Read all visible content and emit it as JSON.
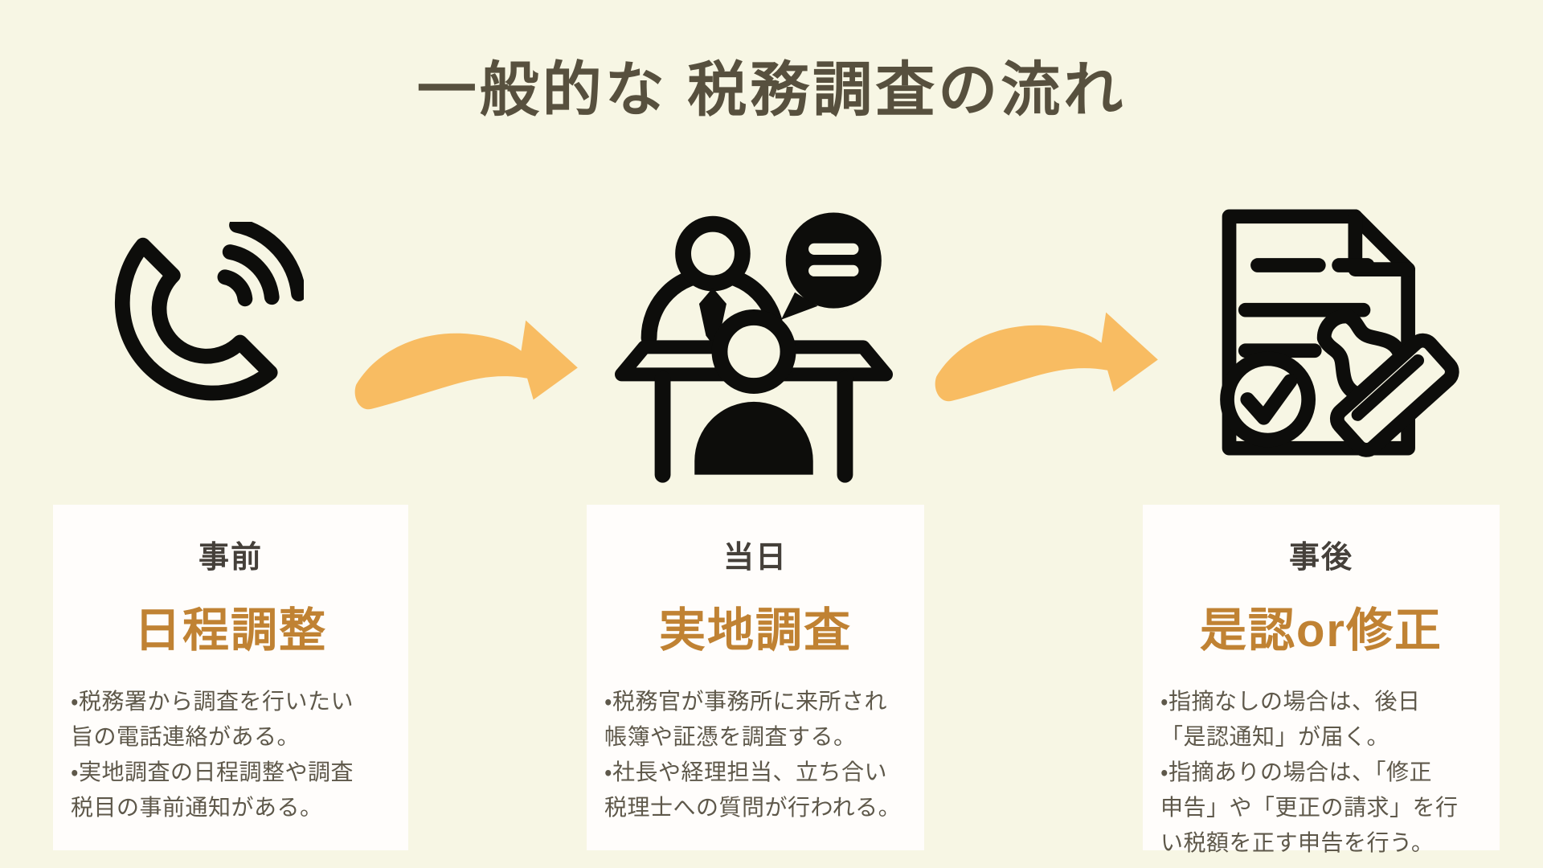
{
  "page": {
    "title": "一般的な 税務調査の流れ"
  },
  "colors": {
    "background": "#f7f6e4",
    "card": "#fffdfb",
    "title_text": "#57503e",
    "label_text": "#45403a",
    "accent": "#c08233",
    "body_text": "#5e584a",
    "arrow": "#f8bc62",
    "icon": "#0d0d0b"
  },
  "steps": [
    {
      "icon": "phone-icon",
      "label": "事前",
      "title": "日程調整",
      "desc_lines": [
        "・税務署から調査を行いたい",
        "旨の電話連絡がある。",
        "・実地調査の日程調整や調査",
        "税目の事前通知がある。"
      ]
    },
    {
      "icon": "interview-icon",
      "label": "当日",
      "title": "実地調査",
      "desc_lines": [
        "・税務官が事務所に来所され",
        "帳簿や証憑を調査する。",
        "・社長や経理担当、立ち合い",
        "税理士への質問が行われる。"
      ]
    },
    {
      "icon": "document-stamp-icon",
      "label": "事後",
      "title": "是認or修正",
      "desc_lines": [
        "・指摘なしの場合は、後日",
        "「是認通知」が届く。",
        "・指摘ありの場合は、「修正",
        "申告」や「更正の請求」を行",
        "い税額を正す申告を行う。"
      ]
    }
  ]
}
